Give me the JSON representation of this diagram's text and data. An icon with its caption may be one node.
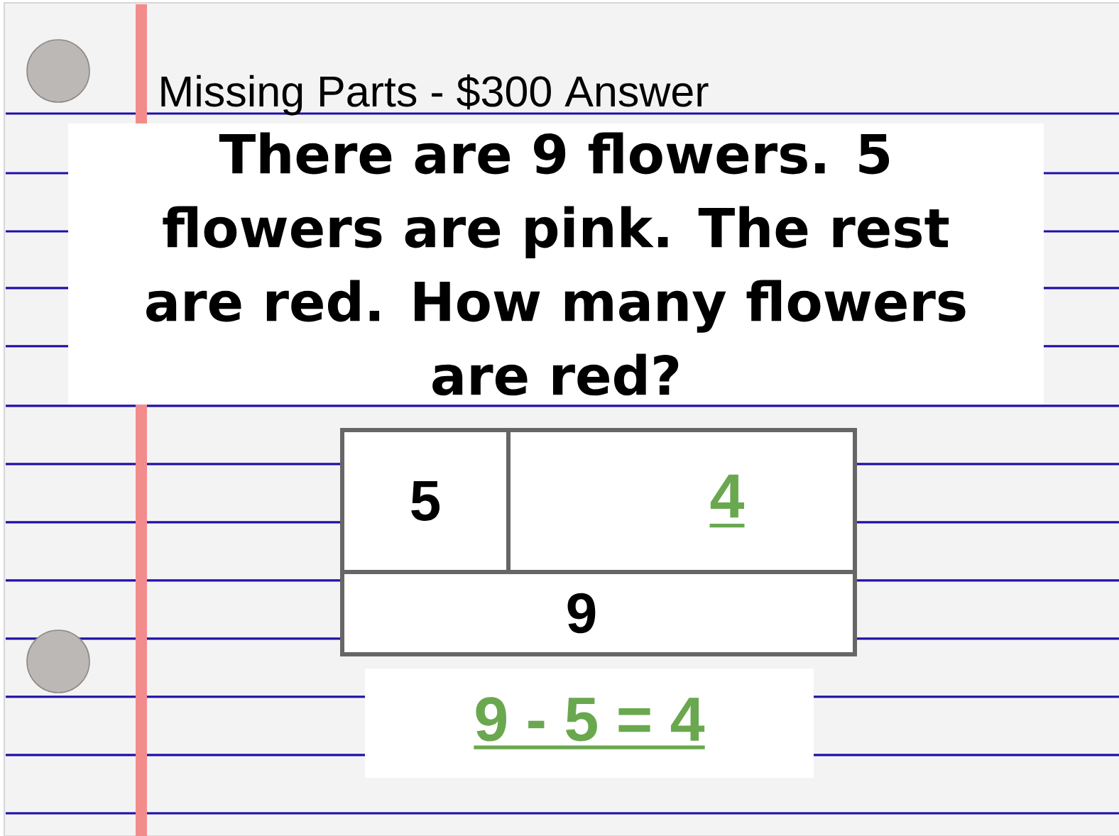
{
  "diagram": {
    "title": "Missing Parts - $300 Answer",
    "nodes": [
      {
        "text": [
          "There are 9 flowers. 5 flowers are pink. The rest are red. How many flowers are red?"
        ]
      },
      {
        "text": [
          "5"
        ]
      },
      {
        "text": [
          "4"
        ]
      },
      {
        "text": [
          "9"
        ]
      },
      {
        "text": [
          "9 - 5 = 4"
        ]
      }
    ]
  }
}
